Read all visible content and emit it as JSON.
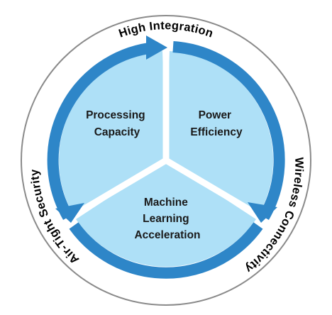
{
  "diagram": {
    "segments": [
      {
        "lines": [
          "Processing",
          "Capacity"
        ]
      },
      {
        "lines": [
          "Power",
          "Efficiency"
        ]
      },
      {
        "lines": [
          "Machine",
          "Learning",
          "Acceleration"
        ]
      }
    ],
    "ring_labels": {
      "top": "High Integration",
      "right": "Wireless Connectivity",
      "left": "Air-Tight Security"
    },
    "colors": {
      "segment_fill": "#aee0f7",
      "arrow": "#2e86c8",
      "outer_ring": "#8a8a8a",
      "text": "#1a1a1a"
    }
  }
}
